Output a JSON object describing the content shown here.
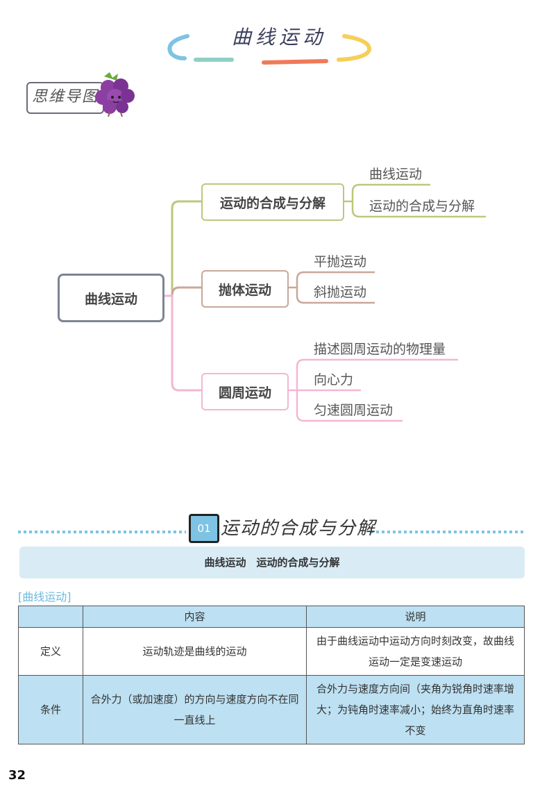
{
  "header": {
    "title": "曲线运动",
    "badge": "思维导图"
  },
  "mindmap": {
    "root": "曲线运动",
    "branches": [
      {
        "label": "运动的合成与分解",
        "color": "#b9c97a",
        "children": [
          "曲线运动",
          "运动的合成与分解"
        ]
      },
      {
        "label": "抛体运动",
        "color": "#c9a79a",
        "children": [
          "平抛运动",
          "斜抛运动"
        ]
      },
      {
        "label": "圆周运动",
        "color": "#f4b6d2",
        "children": [
          "描述圆周运动的物理量",
          "向心力",
          "匀速圆周运动"
        ]
      }
    ]
  },
  "section": {
    "number": "01",
    "title": "运动的合成与分解",
    "band": "曲线运动　运动的合成与分解",
    "subhead": "[曲线运动]"
  },
  "table": {
    "headers": [
      "",
      "内容",
      "说明"
    ],
    "rows": [
      {
        "label": "定义",
        "content": "运动轨迹是曲线的运动",
        "note": "由于曲线运动中运动方向时刻改变，故曲线运动一定是变速运动"
      },
      {
        "label": "条件",
        "content": "合外力（或加速度）的方向与速度方向不在同一直线上",
        "note": "合外力与速度方向间（夹角为锐角时速率增大；为钝角时速率减小；始终为直角时速率不变"
      }
    ]
  },
  "page_number": "32",
  "colors": {
    "accent_blue": "#7ec3e3",
    "band_bg": "#d9ecf6",
    "table_alt": "#bde0f2"
  },
  "icons": [
    "grape-mascot-icon"
  ]
}
